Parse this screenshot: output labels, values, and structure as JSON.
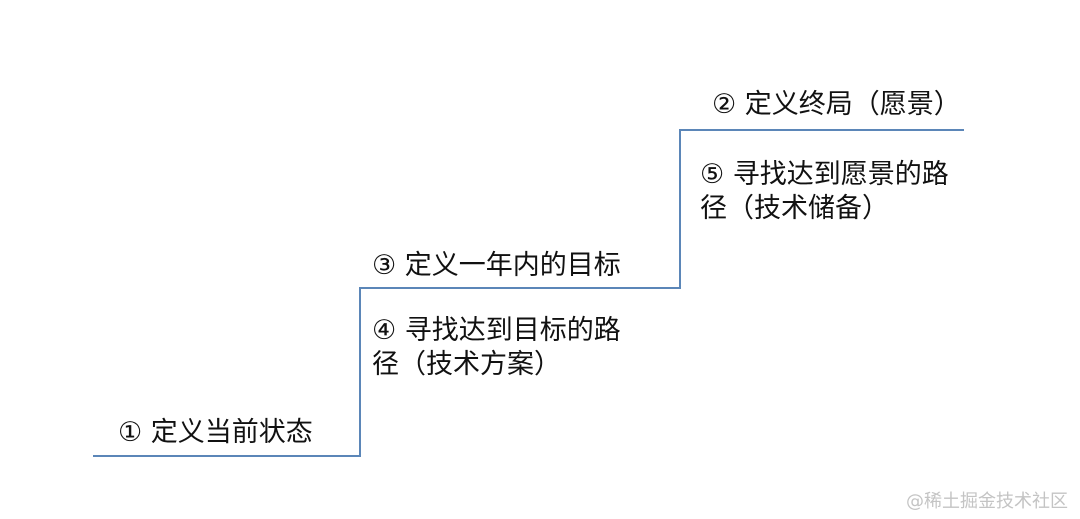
{
  "steps": {
    "step1": "① 定义当前状态",
    "step2": "② 定义终局（愿景）",
    "step3": "③ 定义一年内的目标",
    "step4_line1": "④ 寻找达到目标的路",
    "step4_line2": "径（技术方案）",
    "step5_line1": "⑤ 寻找达到愿景的路",
    "step5_line2": "径（技术储备）"
  },
  "colors": {
    "stair_line": "#5b86b8",
    "text": "#111111",
    "watermark": "#c4c4c4"
  },
  "watermark": "@稀土掘金技术社区"
}
